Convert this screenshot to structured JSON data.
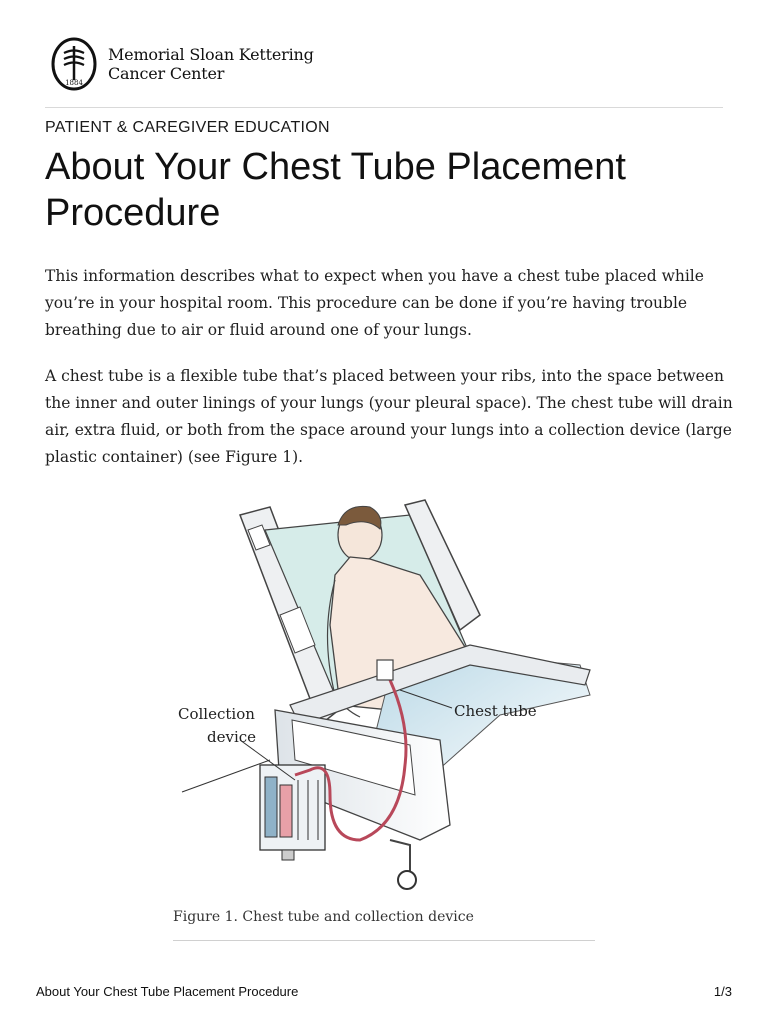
{
  "header": {
    "org_line1": "Memorial Sloan Kettering",
    "org_line2": "Cancer Center",
    "logo_year": "1884"
  },
  "kicker": "PATIENT & CAREGIVER EDUCATION",
  "title": "About Your Chest Tube Placement Procedure",
  "paragraphs": [
    "This information describes what to expect when you have a chest tube placed while you’re in your hospital room. This procedure can be done if you’re having trouble breathing due to air or fluid around one of your lungs.",
    "A chest tube is a flexible tube that’s placed between your ribs, into the space between the inner and outer linings of your lungs (your pleural space). The chest tube will drain air, extra fluid, or both from the space around your lungs into a collection device (large plastic container) (see Figure 1)."
  ],
  "figure": {
    "label_collection_line1": "Collection",
    "label_collection_line2": "device",
    "label_chest_tube": "Chest tube",
    "caption": "Figure 1. Chest tube and collection device"
  },
  "footer": {
    "title": "About Your Chest Tube Placement Procedure",
    "page": "1/3"
  },
  "colors": {
    "text": "#1a1a1a",
    "rule": "#d9d9d9",
    "tube": "#b8485a",
    "sheet": "#cfe4ee"
  }
}
